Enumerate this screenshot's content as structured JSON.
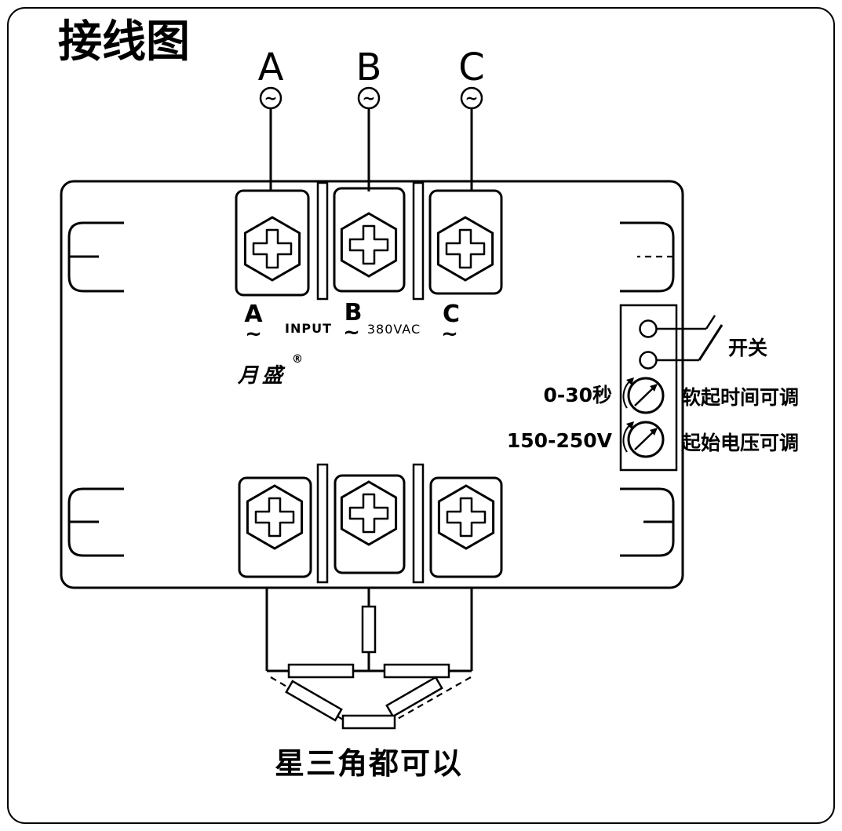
{
  "title": "接线图",
  "phases": {
    "a": "A",
    "b": "B",
    "c": "C"
  },
  "source_symbol": "~",
  "terminals": {
    "a_label": "A",
    "b_label": "B",
    "c_label": "C",
    "tilde": "~",
    "input": "INPUT",
    "voltage": "380VAC"
  },
  "brand": {
    "name": "月盛",
    "reg": "®"
  },
  "controls": {
    "switch_label": "开关",
    "soft_start": {
      "range": "0-30秒",
      "desc": "软起时间可调"
    },
    "start_voltage": {
      "range": "150-250V",
      "desc": "起始电压可调"
    }
  },
  "note": "星三角都可以",
  "colors": {
    "line": "#000000",
    "brand_red": "#e60000"
  }
}
